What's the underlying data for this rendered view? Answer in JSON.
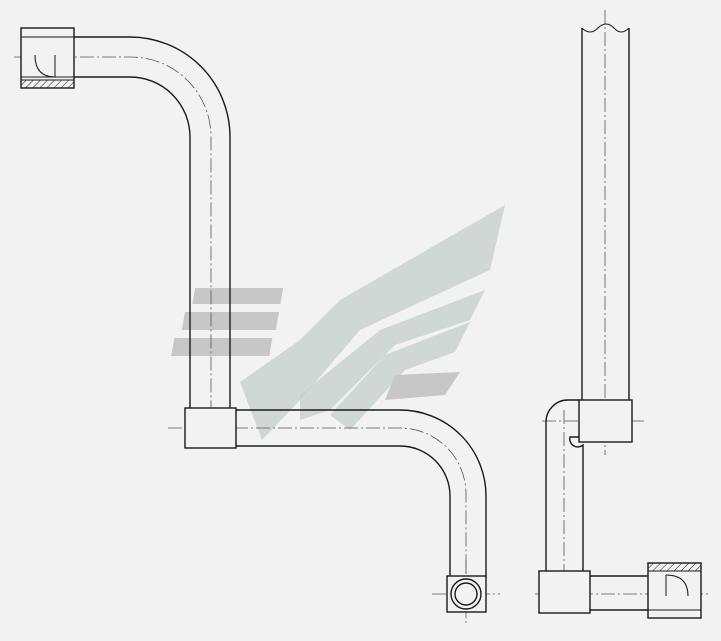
{
  "drawing": {
    "kind": "pipe-assembly-technical-drawing",
    "views": [
      "front-view",
      "side-view"
    ],
    "colors": {
      "background": "#f2f2f2",
      "line": "#1a1a1a",
      "watermark": "#b8b8b8"
    }
  }
}
